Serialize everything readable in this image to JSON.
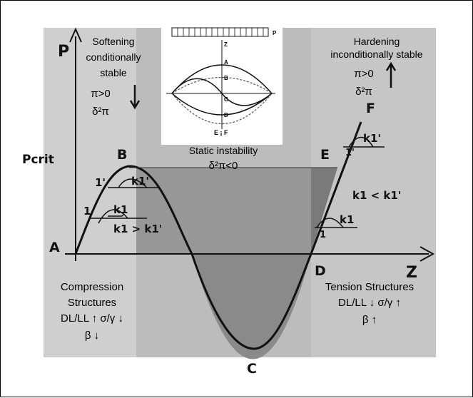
{
  "colors": {
    "background": "#ffffff",
    "band_light": "#cfcfcf",
    "band_mid": "#bdbdbd",
    "shaded_region": "#8f8f8f",
    "curve": "#111111"
  },
  "axes": {
    "y_label": "P",
    "x_label": "Z",
    "pcrit_label": "Pcrit"
  },
  "points": {
    "A": "A",
    "B": "B",
    "C": "C",
    "D": "D",
    "E": "E",
    "F": "F"
  },
  "slopes": {
    "one": "1",
    "one_prime": "1'",
    "k1": "k1",
    "k1_prime": "k1'",
    "left_relation": "k1 > k1'",
    "right_relation": "k1 < k1'"
  },
  "regions": {
    "left_top": [
      "Softening",
      "conditionally",
      "stable"
    ],
    "left_top_sym1": "π>0",
    "left_top_sym2": "δ²π",
    "right_top": [
      "Hardening",
      "inconditionally stable"
    ],
    "right_top_sym1": "π>0",
    "right_top_sym2": "δ²π",
    "center": "Static instability",
    "center_sym": "δ²π<0",
    "left_bottom": [
      "Compression",
      "Structures",
      "DL/LL ↑ σ/γ ↓",
      "β ↓"
    ],
    "right_bottom": [
      "Tension Structures",
      "DL/LL ↓ σ/γ ↑",
      "β ↑"
    ]
  },
  "inset": {
    "load_label": "P",
    "axis_label": "Z",
    "point_labels": [
      "A",
      "B",
      "C",
      "D"
    ],
    "bottom_label": "E ¡ F"
  }
}
